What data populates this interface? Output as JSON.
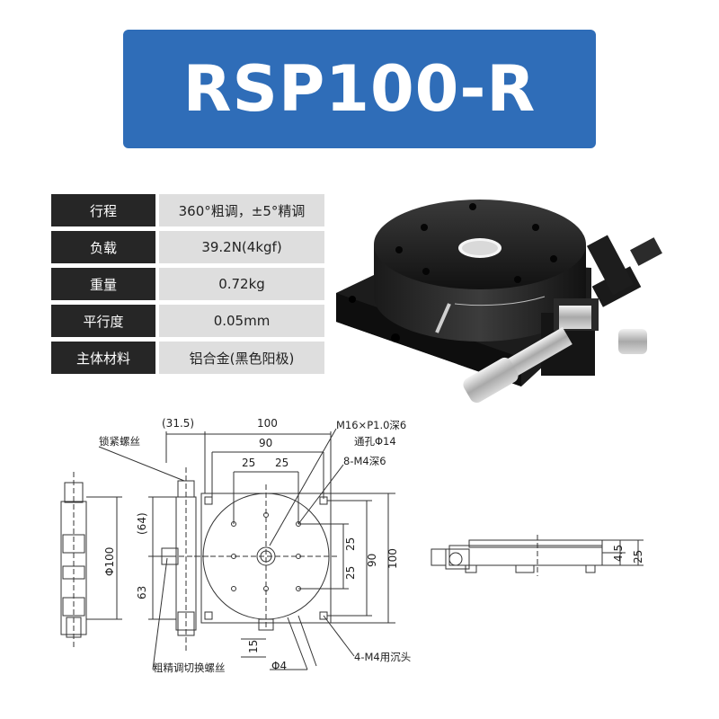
{
  "title": "RSP100-R",
  "specs": [
    {
      "label": "行程",
      "value": "360°粗调，±5°精调"
    },
    {
      "label": "负载",
      "value": "39.2N(4kgf)"
    },
    {
      "label": "重量",
      "value": "0.72kg"
    },
    {
      "label": "平行度",
      "value": "0.05mm"
    },
    {
      "label": "主体材料",
      "value": "铝合金(黑色阳极)"
    }
  ],
  "drawing": {
    "dims": {
      "d31_5": "(31.5)",
      "d100_top": "100",
      "d90_top": "90",
      "d25_a": "25",
      "d25_b": "25",
      "d64": "(64)",
      "d63": "63",
      "phi100": "Φ100",
      "d25_r1": "25",
      "d25_r2": "25",
      "d90_r": "90",
      "d100_r": "100",
      "d15": "15",
      "phi4": "Φ4",
      "d4_5": "4.5",
      "d25_side": "25"
    },
    "notes": {
      "m16": "M16×P1.0深6",
      "through_hole": "通孔Φ14",
      "m4_8": "8-M4深6",
      "lock_screw": "锁紧螺丝",
      "switch_screw": "粗精调切换螺丝",
      "m4_4": "4-M4用沉头"
    }
  },
  "colors": {
    "banner": "#2f6db8",
    "label_bg": "#262626",
    "value_bg": "#dedede"
  }
}
